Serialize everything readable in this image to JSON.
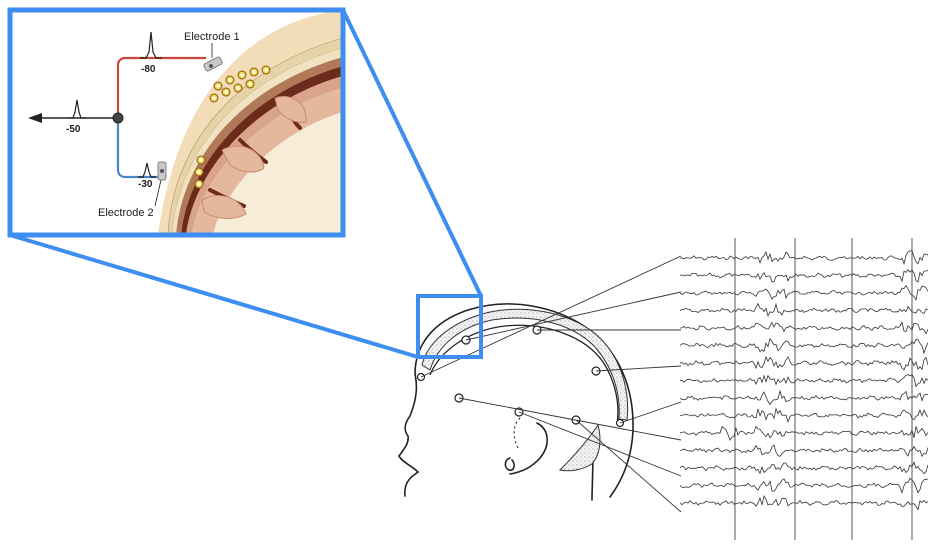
{
  "inset": {
    "electrode_1_label": "Electrode 1",
    "electrode_2_label": "Electrode 2",
    "potential_top": "-80",
    "potential_bottom": "-30",
    "potential_output": "-50"
  },
  "colors": {
    "highlight_blue": "#3d8ef0",
    "wire_red": "#c9463a",
    "wire_blue": "#4a86c5",
    "cortex": "#e4b89c",
    "white_matter": "#f7ecd8",
    "skull": "#e6d4a8",
    "dura": "#6b2a1a",
    "neuron_ring": "#e2b100"
  },
  "eeg": {
    "channel_count": 15,
    "time_markers": 4
  }
}
